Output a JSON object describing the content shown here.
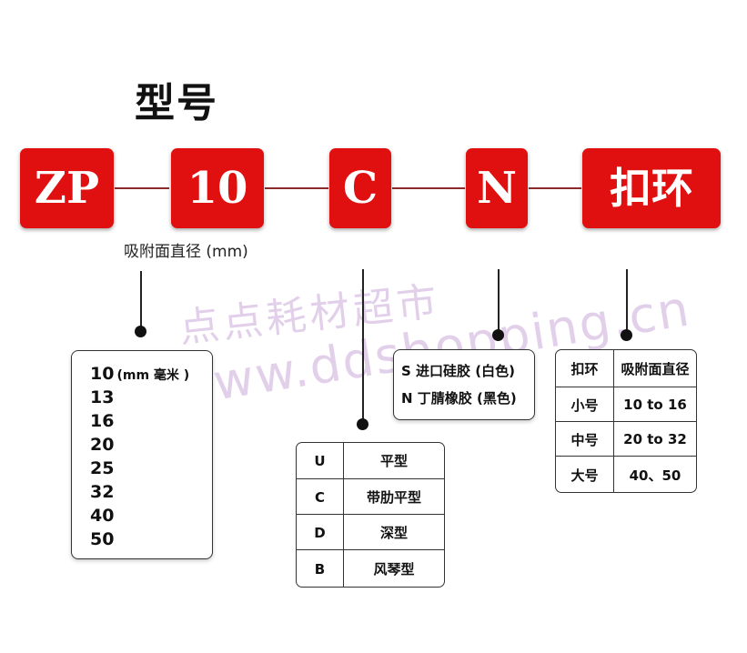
{
  "title": "型号",
  "codes": [
    "ZP",
    "10",
    "C",
    "N",
    "扣环"
  ],
  "sublabel": "吸附面直径 (mm)",
  "sizes": {
    "first": "10",
    "unit": "(mm 毫米 )",
    "list": [
      "13",
      "16",
      "20",
      "25",
      "32",
      "40",
      "50"
    ]
  },
  "types": [
    {
      "code": "U",
      "name": "平型"
    },
    {
      "code": "C",
      "name": "带肋平型"
    },
    {
      "code": "D",
      "name": "深型"
    },
    {
      "code": "B",
      "name": "风琴型"
    }
  ],
  "materials": [
    {
      "code": "S",
      "name": "进口硅胶 (白色)"
    },
    {
      "code": "N",
      "name": "丁腈橡胶 (黑色)"
    }
  ],
  "rings": {
    "header": [
      "扣环",
      "吸附面直径"
    ],
    "rows": [
      [
        "小号",
        "10 to 16"
      ],
      [
        "中号",
        "20 to 32"
      ],
      [
        "大号",
        "40、50"
      ]
    ]
  },
  "watermark": {
    "line1": "点点耗材超市",
    "line2": "www.ddshopping.cn"
  },
  "colors": {
    "code_red": "#e01010"
  }
}
